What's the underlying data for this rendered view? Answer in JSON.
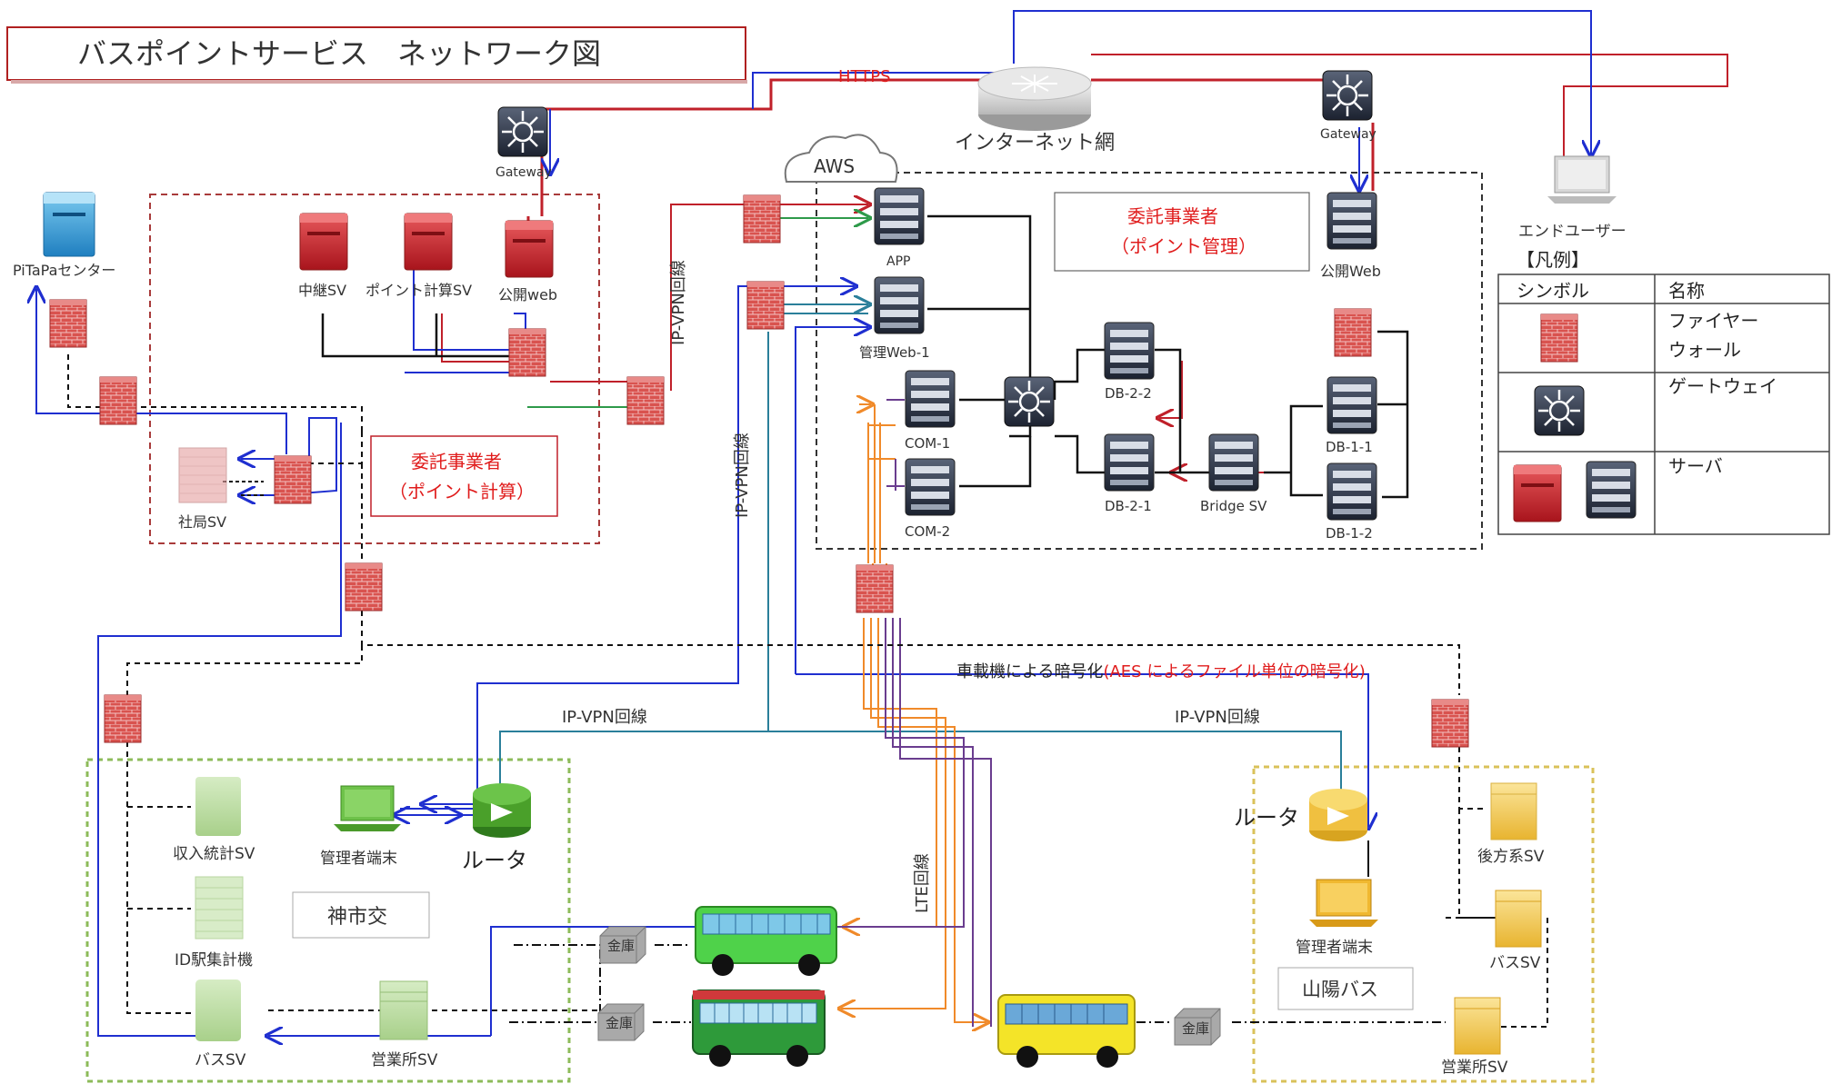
{
  "title": "バスポイントサービス　ネットワーク図",
  "labels": {
    "https": "HTTPS",
    "internet": "インターネット網",
    "aws": "AWS",
    "gateway_left": "Gateway",
    "gateway_right": "Gateway",
    "end_user": "エンドユーザー",
    "pitapa": "PiTaPaセンター",
    "relay_sv": "中継SV",
    "point_calc_sv": "ポイント計算SV",
    "public_web_left": "公開web",
    "ip_vpn_1": "IP-VPN回線",
    "ip_vpn_2": "IP-VPN回線",
    "ip_vpn_3": "IP-VPN回線",
    "ip_vpn_4": "IP-VPN回線",
    "lte": "LTE回線",
    "contractor_calc_1": "委託事業者",
    "contractor_calc_2": "（ポイント計算）",
    "shakyoku_sv": "社局SV",
    "contractor_mgmt_1": "委託事業者",
    "contractor_mgmt_2": "（ポイント管理）",
    "app": "APP",
    "mgmt_web1": "管理Web-1",
    "com1": "COM-1",
    "com2": "COM-2",
    "db22": "DB-2-2",
    "db21": "DB-2-1",
    "bridge_sv": "Bridge SV",
    "public_web_right": "公開Web",
    "db11": "DB-1-1",
    "db12": "DB-1-2",
    "encryption_black": "車載機による暗号化",
    "encryption_red": "(AES によるファイル単位の暗号化)",
    "income_sv": "収入統計SV",
    "admin_terminal_left": "管理者端末",
    "router_left": "ルータ",
    "kobe": "神市交",
    "id_collector": "ID駅集計機",
    "bus_sv_left": "バスSV",
    "office_sv_left": "営業所SV",
    "safe_1": "金庫",
    "safe_2": "金庫",
    "safe_3": "金庫",
    "router_right": "ルータ",
    "admin_terminal_right": "管理者端末",
    "backoffice_sv": "後方系SV",
    "bus_sv_right": "バスSV",
    "sanyo": "山陽バス",
    "office_sv_right": "営業所SV"
  },
  "legend": {
    "title": "【凡例】",
    "header_symbol": "シンボル",
    "header_name": "名称",
    "firewall_1": "ファイヤー",
    "firewall_2": "ウォール",
    "gateway": "ゲートウェイ",
    "server": "サーバ"
  },
  "colors": {
    "red_line": "#c0202a",
    "blue_line": "#1f2fd0",
    "green_line": "#2e9a4a",
    "teal_line": "#2a7f9a",
    "orange_line": "#f08a2a",
    "purple_line": "#6a3d8f",
    "title_border": "#b02020",
    "kobe_box": "#8dbb5a",
    "sanyo_box": "#d9c25a"
  },
  "icons": [
    "firewall-icon",
    "gateway-icon",
    "server-icon",
    "router-icon",
    "laptop-icon",
    "bus-icon",
    "safe-icon",
    "cloud-icon"
  ]
}
